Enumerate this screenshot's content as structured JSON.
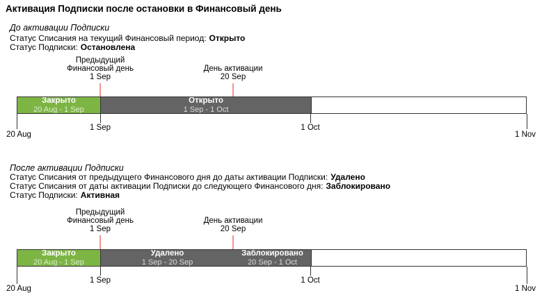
{
  "title": "Активация Подписки после остановки в Финансовый день",
  "colors": {
    "green": "#7db544",
    "gray": "#646464",
    "arrow": "#e4605a",
    "arrow_light": "#f0938e",
    "border": "#333333"
  },
  "section_before": {
    "header": "До активации Подписки",
    "lines": [
      {
        "label": "Статус Списания на текущий Финансовый период:",
        "value": "Открыто"
      },
      {
        "label": "Статус Подписки:",
        "value": "Остановлена"
      }
    ]
  },
  "section_after": {
    "header": "После активации Подписки",
    "lines": [
      {
        "label": "Статус Списания от предыдущего Финансового дня до даты активации Подписки:",
        "value": "Удалено"
      },
      {
        "label": "Статус Списания от даты активации Подписки до следующего Финансового дня:",
        "value": "Заблокировано"
      },
      {
        "label": "Статус Подписки:",
        "value": "Активная"
      }
    ]
  },
  "annotations": {
    "prev_fin_day": {
      "lines": [
        "Предыдущий",
        "Финансовый день",
        "1 Sep"
      ]
    },
    "activation_day": {
      "lines": [
        "День активации",
        "20 Sep"
      ]
    }
  },
  "timeline_before": {
    "segments": [
      {
        "label": "Закрыто",
        "range": "20 Aug - 1 Sep"
      },
      {
        "label": "Открыто",
        "range": "1 Sep - 1 Oct"
      },
      {
        "label": "",
        "range": ""
      }
    ]
  },
  "timeline_after": {
    "segments": [
      {
        "label": "Закрыто",
        "range": "20 Aug - 1 Sep"
      },
      {
        "label": "Удалено",
        "range": "1 Sep - 20 Sep"
      },
      {
        "label": "Заблокировано",
        "range": "20 Sep - 1 Oct"
      },
      {
        "label": "",
        "range": ""
      }
    ]
  },
  "axis_labels": [
    "20 Aug",
    "1 Sep",
    "1 Oct",
    "1 Nov"
  ]
}
